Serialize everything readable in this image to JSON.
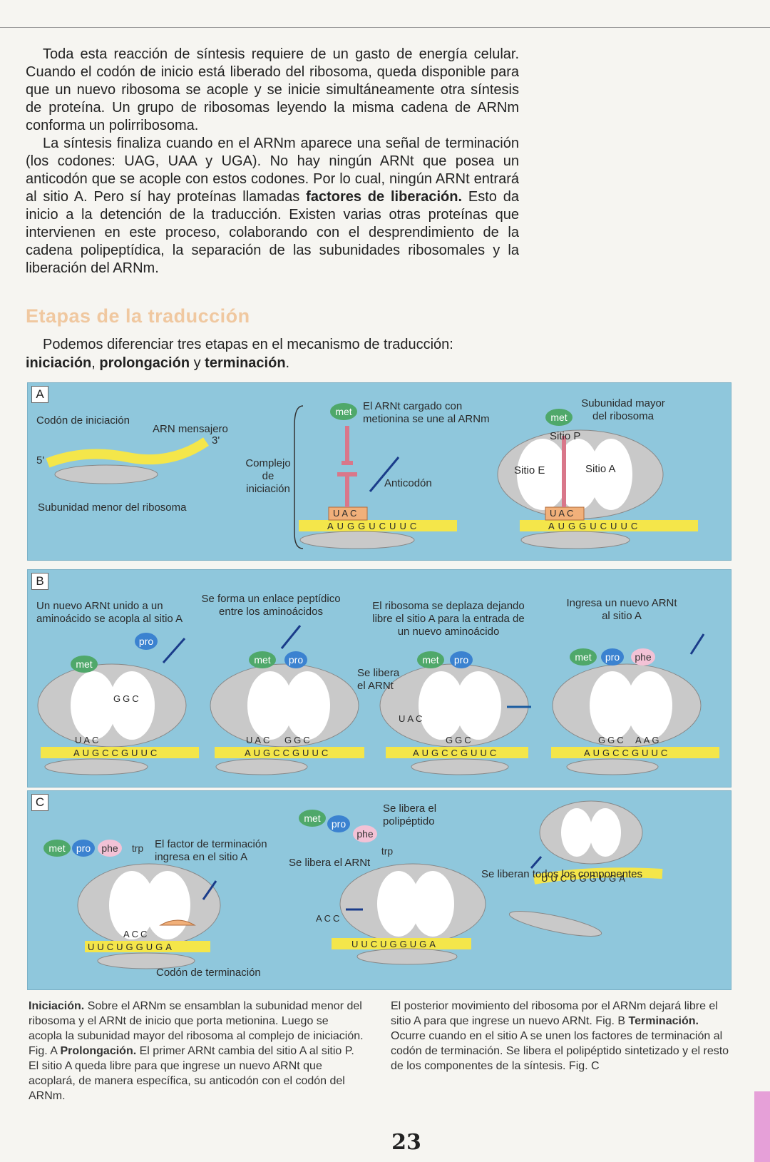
{
  "paragraphs": [
    "Toda esta reacción de síntesis requiere de un gasto de energía celular. Cuando el codón de inicio está liberado del ribosoma, queda disponible para que un nuevo ribosoma se acople y se inicie simultáneamente otra síntesis de proteína. Un grupo de ribosomas leyendo la misma cadena de ARNm conforma un polirribosoma.",
    "La síntesis finaliza cuando en el ARNm aparece una señal de terminación (los codones: UAG, UAA y UGA). No hay ningún ARNt que posea un anticodón que se acople con estos codones. Por lo cual, ningún ARNt entrará al sitio A. Pero sí hay proteínas llamadas",
    "factores de liberación.",
    "Esto da inicio a la detención de la traducción. Existen varias otras proteínas que intervienen en este proceso, colaborando con el desprendimiento de la cadena polipeptídica, la separación de las subunidades ribosomales y la liberación del ARNm."
  ],
  "heading": "Etapas de la traducción",
  "intro": {
    "text": "Podemos diferenciar tres etapas en el mecanismo de traducción:",
    "stage1": "iniciación",
    "sep1": ",",
    "stage2": "prolongación",
    "sep2": "y",
    "stage3": "terminación",
    "end": "."
  },
  "figure": {
    "panelA": {
      "letter": "A",
      "codon_label": "Codón de iniciación",
      "mrna_label": "ARN mensajero",
      "three_prime": "3'",
      "five_prime": "5'",
      "small_subunit": "Subunidad menor del ribosoma",
      "complex_label": "Complejo de iniciación",
      "trna_label": "El ARNt cargado con metionina se une al ARNm",
      "anticodon_label": "Anticodón",
      "large_subunit": "Subunidad mayor del ribosoma",
      "site_p": "Sitio P",
      "site_e": "Sitio E",
      "site_a": "Sitio A",
      "met": "met",
      "anticodon": "UAC",
      "mrna_seq": "AUGGUCUUC",
      "sites": [
        "E",
        "P",
        "A"
      ]
    },
    "panelB": {
      "letter": "B",
      "step1": "Un nuevo ARNt unido a un aminoácido se acopla al sitio A",
      "step2": "Se forma un enlace peptídico entre los aminoácidos",
      "step3": "El ribosoma se deplaza dejando libre el sitio A para la entrada de un nuevo aminoácido",
      "step4": "Ingresa un nuevo ARNt al sitio A",
      "released_trna": "Se libera el ARNt",
      "met": "met",
      "pro": "pro",
      "phe": "phe",
      "anticodon1": "UAC",
      "anticodon2": "GGC",
      "anticodon3": "AAG",
      "mrna_seq": "AUGCCGUUC"
    },
    "panelC": {
      "letter": "C",
      "factor_label": "El factor de terminación ingresa en el sitio A",
      "stop_codon_label": "Codón de terminación",
      "released_polypeptide": "Se libera el polipéptido",
      "released_trna": "Se libera el ARNt",
      "released_all": "Se liberan todos los componentes",
      "met": "met",
      "pro": "pro",
      "phe": "phe",
      "trp": "trp",
      "anticodon": "ACC",
      "mrna_seq": "UUCUGGUGA"
    }
  },
  "captions": {
    "left_title": "Iniciación.",
    "left_1": "Sobre el ARNm se ensamblan la subunidad menor del ribosoma y el ARNt de inicio que porta metionina. Luego se acopla la subunidad mayor del ribosoma al complejo de iniciación. Fig. A",
    "left_title2": "Prolongación.",
    "left_2": "El primer ARNt cambia del sitio A al sitio P. El sitio A queda libre para que ingrese un nuevo ARNt que acoplará, de manera específica, su anticodón con el codón del ARNm.",
    "right_1": "El posterior movimiento del ribosoma por el ARNm dejará libre el sitio A para que ingrese un nuevo ARNt. Fig. B",
    "right_title": "Terminación.",
    "right_2": "Ocurre cuando en el sitio A se unen los factores de terminación al codón de terminación. Se libera el polipéptido sintetizado y el resto de los componentes de la síntesis. Fig. C"
  },
  "page_number": "23",
  "colors": {
    "heading": "#f0c8a0",
    "panel": "#8fc7dc",
    "mrna": "#f4e64a",
    "ribosome": "#c9c9c9",
    "trna": "#d9778a",
    "met": "#4fa86a",
    "pro": "#3b82d0",
    "phe": "#f3c2d6"
  }
}
